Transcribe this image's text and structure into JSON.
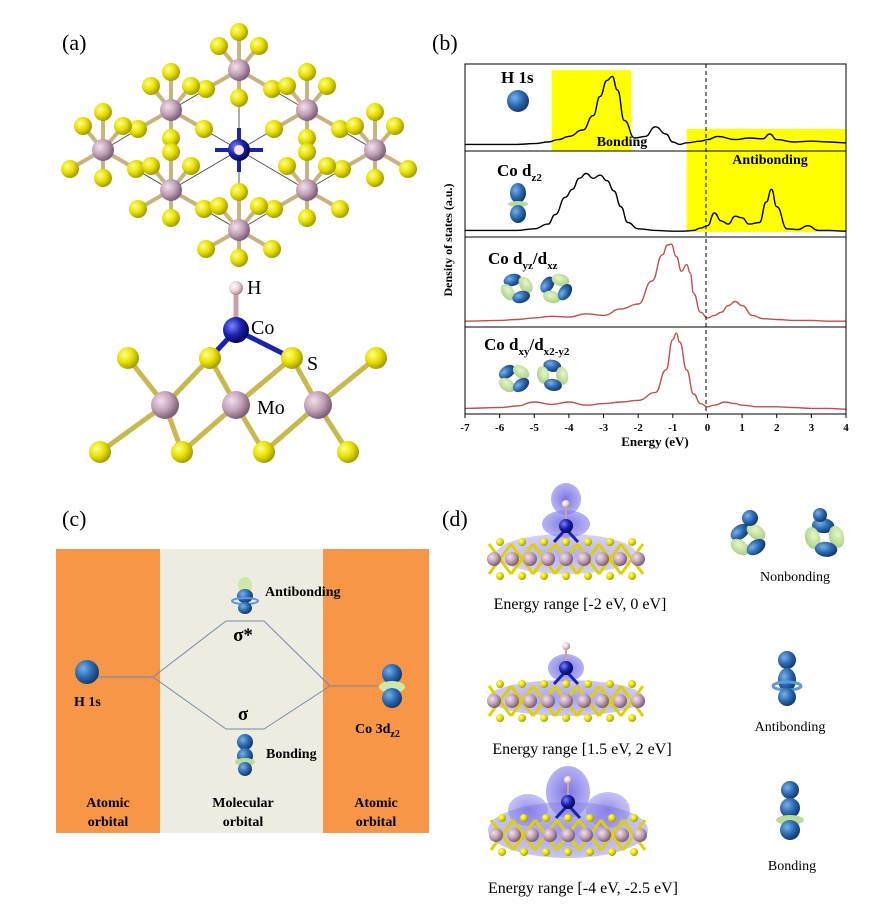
{
  "panels": {
    "a": {
      "label": "(a)",
      "atoms": {
        "h": "H",
        "co": "Co",
        "s": "S",
        "mo": "Mo"
      }
    },
    "b": {
      "label": "(b)",
      "ylabel": "Density of states (a.u.)",
      "xlabel": "Energy (eV)",
      "xticks": [
        "-7",
        "-6",
        "-5",
        "-4",
        "-3",
        "-2",
        "-1",
        "0",
        "1",
        "2",
        "3",
        "4"
      ],
      "bonding": "Bonding",
      "antibonding": "Antibonding",
      "h1s": "H 1s",
      "codz2_main": "Co d",
      "codz2_sub": "z2",
      "codyz_main1": "Co d",
      "codyz_sub1": "yz",
      "codyz_mid": "/d",
      "codyz_sub2": "xz",
      "codxy_main1": "Co d",
      "codxy_sub1": "xy",
      "codxy_mid": "/d",
      "codxy_sub2": "x2-y2"
    },
    "c": {
      "label": "(c)",
      "antibonding": "Antibonding",
      "sigma_star": "σ*",
      "sigma": "σ",
      "bonding": "Bonding",
      "h1s": "H 1s",
      "co3d_main": "Co 3d",
      "co3d_sub": "z2",
      "left_col1": "Atomic",
      "left_col2": "orbital",
      "mid_col1": "Molecular",
      "mid_col2": "orbital",
      "right_col1": "Atomic",
      "right_col2": "orbital"
    },
    "d": {
      "label": "(d)",
      "range1": "Energy range [-2 eV, 0 eV]",
      "range2": "Energy range [1.5 eV, 2 eV]",
      "range3": "Energy range [-4 eV, -2.5 eV]",
      "nonbonding": "Nonbonding",
      "antibonding": "Antibonding",
      "bonding": "Bonding"
    }
  },
  "chart_data": {
    "type": "line",
    "xlabel": "Energy (eV)",
    "ylabel": "Density of states (a.u.)",
    "xlim": [
      -7,
      4
    ],
    "fermi_level": 0,
    "highlight_regions": [
      {
        "label": "Bonding",
        "x": [
          -4.5,
          -2.2
        ]
      },
      {
        "label": "Antibonding",
        "x": [
          -0.6,
          4.0
        ]
      }
    ],
    "series": [
      {
        "name": "H 1s",
        "color": "#000000",
        "x": [
          -7,
          -5.5,
          -5.0,
          -4.6,
          -4.3,
          -4.0,
          -3.6,
          -3.3,
          -3.1,
          -2.9,
          -2.75,
          -2.6,
          -2.4,
          -2.1,
          -1.8,
          -1.5,
          -1.2,
          -1.0,
          -0.8,
          -0.6,
          -0.2,
          0.0,
          0.3,
          0.8,
          1.2,
          1.6,
          1.8,
          2.0,
          2.5,
          3.0,
          3.5,
          4.0
        ],
        "y": [
          0.02,
          0.02,
          0.03,
          0.05,
          0.08,
          0.12,
          0.2,
          0.38,
          0.62,
          0.82,
          0.87,
          0.7,
          0.32,
          0.1,
          0.12,
          0.24,
          0.15,
          0.05,
          0.02,
          0.04,
          0.06,
          0.08,
          0.12,
          0.08,
          0.1,
          0.09,
          0.15,
          0.08,
          0.05,
          0.06,
          0.05,
          0.04
        ]
      },
      {
        "name": "Co dz2",
        "color": "#000000",
        "x": [
          -7,
          -5.5,
          -5.0,
          -4.6,
          -4.4,
          -4.1,
          -3.9,
          -3.7,
          -3.5,
          -3.3,
          -3.1,
          -2.9,
          -2.7,
          -2.5,
          -2.3,
          -2.0,
          -1.5,
          -1.0,
          -0.7,
          -0.4,
          -0.2,
          0.0,
          0.2,
          0.4,
          0.6,
          0.8,
          1.0,
          1.2,
          1.5,
          1.7,
          1.85,
          2.0,
          2.3,
          2.6,
          2.9,
          3.2,
          3.5,
          4.0
        ],
        "y": [
          0.02,
          0.02,
          0.04,
          0.1,
          0.22,
          0.44,
          0.54,
          0.68,
          0.74,
          0.68,
          0.72,
          0.65,
          0.52,
          0.32,
          0.12,
          0.04,
          0.02,
          0.01,
          0.01,
          0.02,
          0.05,
          0.08,
          0.24,
          0.14,
          0.1,
          0.2,
          0.18,
          0.1,
          0.12,
          0.38,
          0.54,
          0.32,
          0.04,
          0.03,
          0.08,
          0.02,
          0.02,
          0.01
        ]
      },
      {
        "name": "Co dyz/dxz",
        "color": "#c0504d",
        "x": [
          -7,
          -6.0,
          -5.5,
          -5.0,
          -4.5,
          -4.0,
          -3.5,
          -3.0,
          -2.5,
          -2.0,
          -1.6,
          -1.3,
          -1.15,
          -1.05,
          -0.9,
          -0.75,
          -0.6,
          -0.5,
          -0.4,
          -0.2,
          0.0,
          0.2,
          0.4,
          0.6,
          0.8,
          1.0,
          1.3,
          1.6,
          2.0,
          2.5,
          3.0,
          3.5,
          4.0
        ],
        "y": [
          0.01,
          0.02,
          0.03,
          0.05,
          0.07,
          0.06,
          0.1,
          0.08,
          0.16,
          0.22,
          0.5,
          0.82,
          0.94,
          0.95,
          0.8,
          0.62,
          0.7,
          0.6,
          0.35,
          0.12,
          0.05,
          0.08,
          0.12,
          0.2,
          0.25,
          0.2,
          0.08,
          0.04,
          0.03,
          0.02,
          0.02,
          0.01,
          0.01
        ]
      },
      {
        "name": "Co dxy/dx2-y2",
        "color": "#c0504d",
        "x": [
          -7,
          -6.0,
          -5.5,
          -5.0,
          -4.5,
          -4.0,
          -3.5,
          -3.0,
          -2.5,
          -2.0,
          -1.5,
          -1.2,
          -1.0,
          -0.9,
          -0.8,
          -0.6,
          -0.4,
          -0.2,
          0.0,
          0.2,
          0.5,
          0.8,
          1.0,
          1.5,
          2.0,
          2.5,
          3.0,
          3.5,
          4.0
        ],
        "y": [
          0.02,
          0.03,
          0.05,
          0.1,
          0.07,
          0.1,
          0.06,
          0.08,
          0.1,
          0.12,
          0.22,
          0.5,
          0.88,
          0.96,
          0.85,
          0.5,
          0.2,
          0.08,
          0.04,
          0.06,
          0.1,
          0.08,
          0.06,
          0.04,
          0.04,
          0.03,
          0.02,
          0.02,
          0.01
        ]
      }
    ]
  }
}
